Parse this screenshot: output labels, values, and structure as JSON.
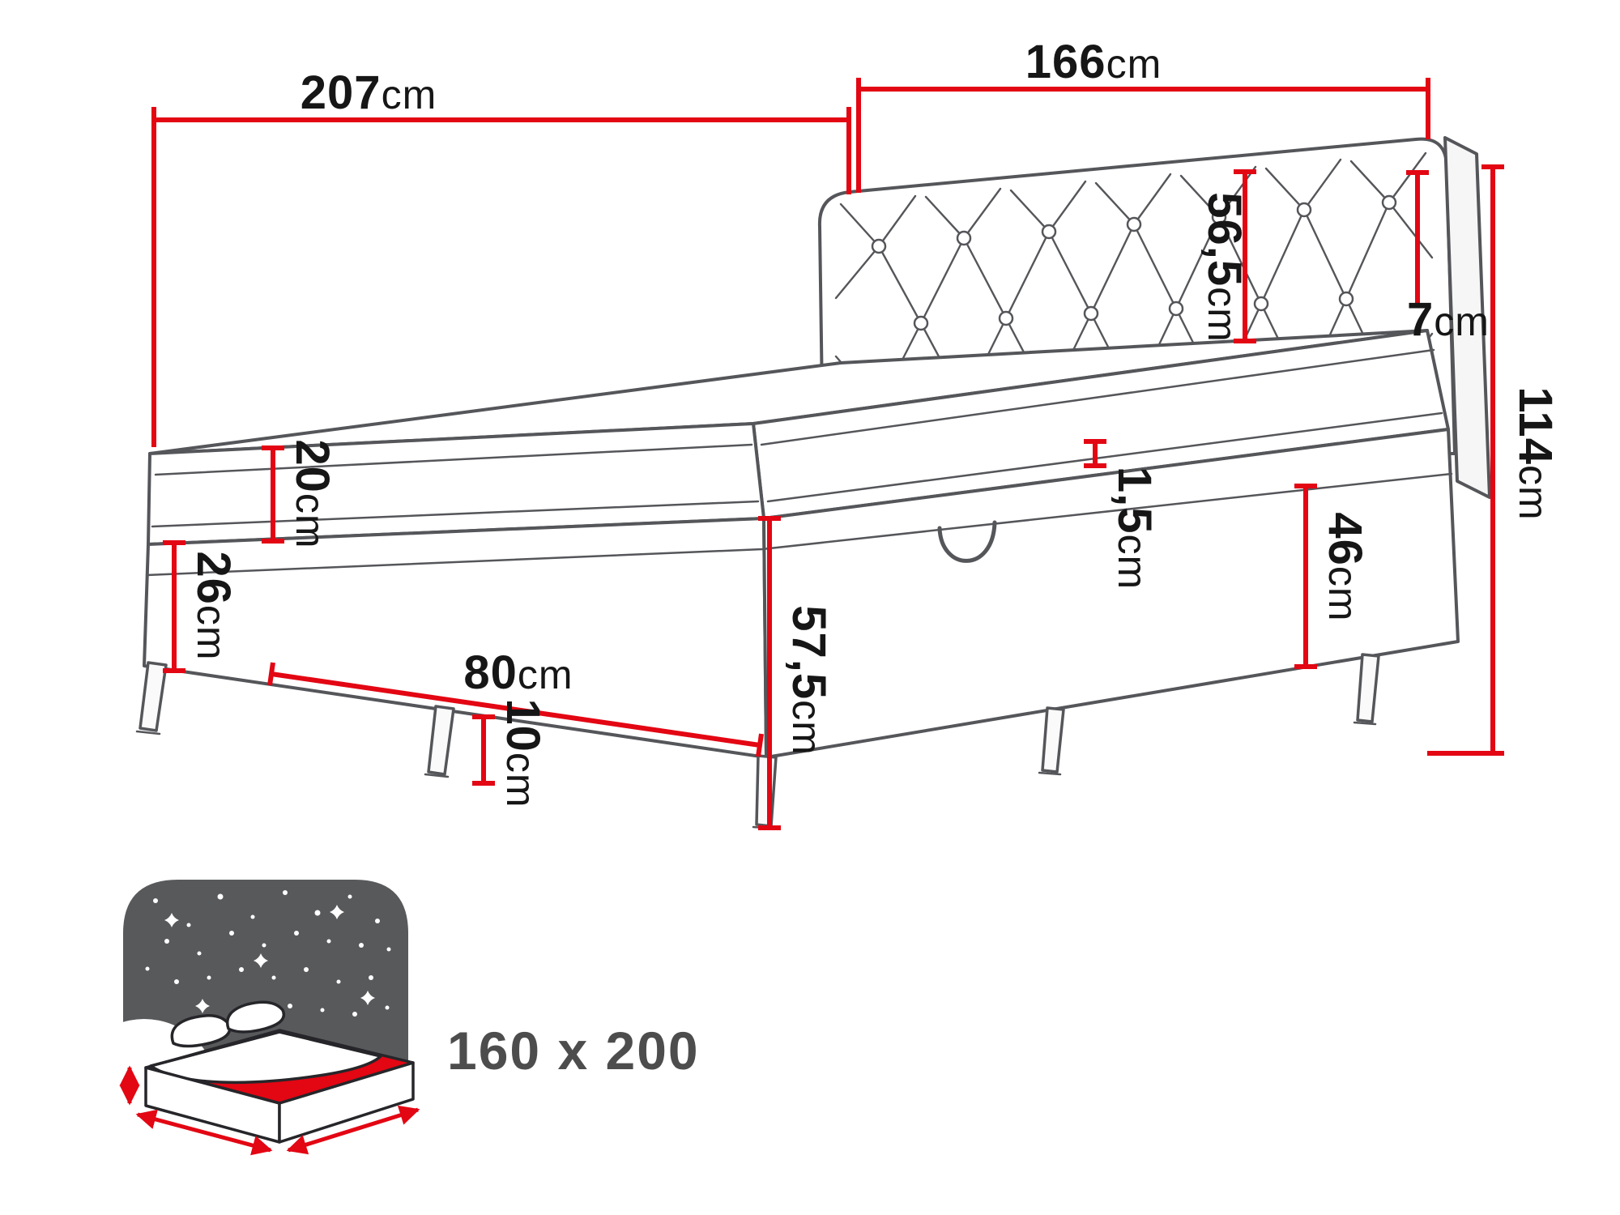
{
  "diagram": {
    "type": "furniture-dimension-diagram",
    "subject": "upholstered boxspring bed with tufted headboard",
    "unit_system": "cm"
  },
  "dimensions": {
    "total_length": {
      "num": "207",
      "unit": "cm"
    },
    "total_width": {
      "num": "166",
      "unit": "cm"
    },
    "headboard_height": {
      "num": "56,5",
      "unit": "cm"
    },
    "headboard_depth": {
      "num": "7",
      "unit": "cm"
    },
    "total_height": {
      "num": "114",
      "unit": "cm"
    },
    "mattress_height": {
      "num": "20",
      "unit": "cm"
    },
    "box_front_height": {
      "num": "26",
      "unit": "cm"
    },
    "welt_height": {
      "num": "1,5",
      "unit": "cm"
    },
    "base_side_height": {
      "num": "46",
      "unit": "cm"
    },
    "front_corner_height": {
      "num": "57,5",
      "unit": "cm"
    },
    "storage_width": {
      "num": "80",
      "unit": "cm"
    },
    "leg_height": {
      "num": "10",
      "unit": "cm"
    }
  },
  "badge": {
    "size_label": "160 x 200"
  },
  "colors": {
    "dimension_red": "#e30613",
    "outline_gray": "#55565a",
    "label_black": "#161616",
    "badge_gray": "#4d4d4d",
    "sky_gray": "#58595b"
  }
}
